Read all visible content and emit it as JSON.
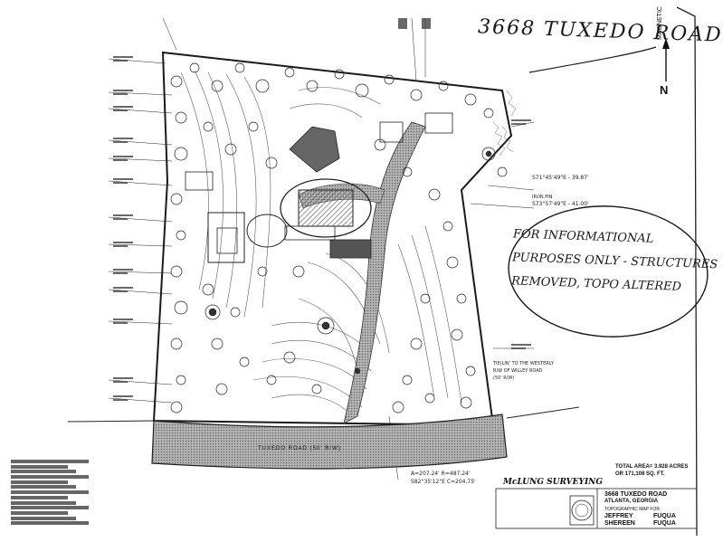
{
  "handwritten": {
    "address": "3668 TUXEDO ROAD",
    "note_lines": [
      "FOR INFORMATIONAL",
      "PURPOSES ONLY - STRUCTURES",
      "REMOVED, TOPO ALTERED"
    ]
  },
  "north_arrow": {
    "label": "MAGNETIC",
    "letter": "N"
  },
  "annotations": {
    "bearing_1": "S71°45'49\"E - 39.87'",
    "bearing_2": "S73°57'49\"E - 41.00'",
    "bearing_label": "IRON PIN",
    "westerly_line_1": "TIE(LIN' TO THE WESTERLY",
    "westerly_line_2": "R/W OF WILLEY ROAD",
    "westerly_line_3": "(50' R/W)",
    "curve_1": "A=207.24' R=487.24'",
    "curve_2": "S82°35'12\"E C=204.75'",
    "road_label": "TUXEDO ROAD (50' R/W)"
  },
  "title_block": {
    "area_line_1": "TOTAL AREA= 3.928 ACRES",
    "area_line_2": "OR 171,108 SQ. FT.",
    "address_line_1": "3668 TUXEDO ROAD",
    "address_line_2": "ATLANTA, GEORGIA",
    "prepared_for": "TOPOGRAPHIC MAP FOR",
    "owner_1_first": "JEFFREY",
    "owner_1_last": "FUQUA",
    "owner_2_first": "SHEREEN",
    "owner_2_last": "FUQUA",
    "firm_name": "McLUNG SURVEYING"
  },
  "colors": {
    "ink": "#1a1a1a",
    "driveway": "#8c8c8c",
    "road": "#9a9a9a",
    "paper": "#ffffff"
  }
}
